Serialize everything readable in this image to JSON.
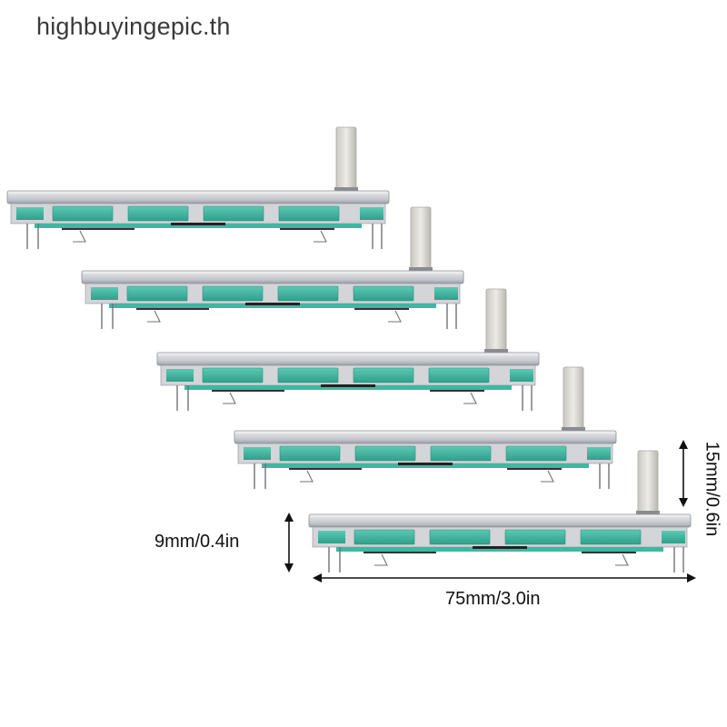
{
  "watermark": {
    "text": "highbuyingepic.th"
  },
  "product": {
    "unit_count": 5
  },
  "dimensions": {
    "height_label": "9mm/0.4in",
    "width_label": "75mm/3.0in",
    "depth_label": "15mm/0.6in"
  },
  "colors": {
    "background": "#ffffff",
    "metal_body": "#c9cbcf",
    "metal_highlight": "#eef0f2",
    "metal_shadow": "#8c9096",
    "green_insulator": "#3fb7a2",
    "green_dark": "#2a8f7d",
    "knob": "#d9d8d2",
    "pins": "#6f7378",
    "text": "#111111"
  }
}
